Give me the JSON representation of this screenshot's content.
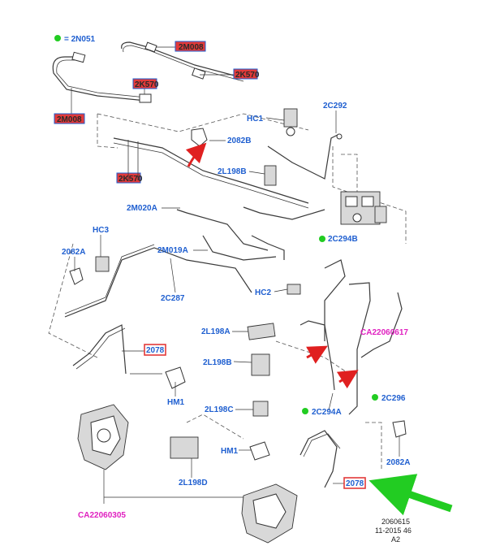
{
  "legend": {
    "dot_color": "#22cc22",
    "text": "= 2N051"
  },
  "colors": {
    "label": "#1f5fd0",
    "callout": "#e23a3a",
    "reference": "#e020c0",
    "arrow": "#e02020",
    "green": "#22cc22"
  },
  "callouts_red": [
    "2M008",
    "2K570",
    "2K570",
    "2M008",
    "2K570"
  ],
  "labels": {
    "hc1": "HC1",
    "c2292": "2C292",
    "b2082": "2082B",
    "l2198b_top": "2L198B",
    "m2020a": "2M020A",
    "hc3": "HC3",
    "c2294b": "2C294B",
    "a2082_left": "2082A",
    "m2019a": "2M019A",
    "c2287": "2C287",
    "hc2": "HC2",
    "l2198a": "2L198A",
    "ca_right": "CA22060617",
    "box2078_left": "2078",
    "l2198b_mid": "2L198B",
    "hm1_left": "HM1",
    "c2296": "2C296",
    "l2198c": "2L198C",
    "c2294a": "2C294A",
    "hm1_right": "HM1",
    "a2082_right": "2082A",
    "l2198d": "2L198D",
    "box2078_right": "2078",
    "ca_left": "CA22060305"
  },
  "footer": {
    "line1": "2060615",
    "line2": "11-2015 46",
    "line3": "A2"
  }
}
